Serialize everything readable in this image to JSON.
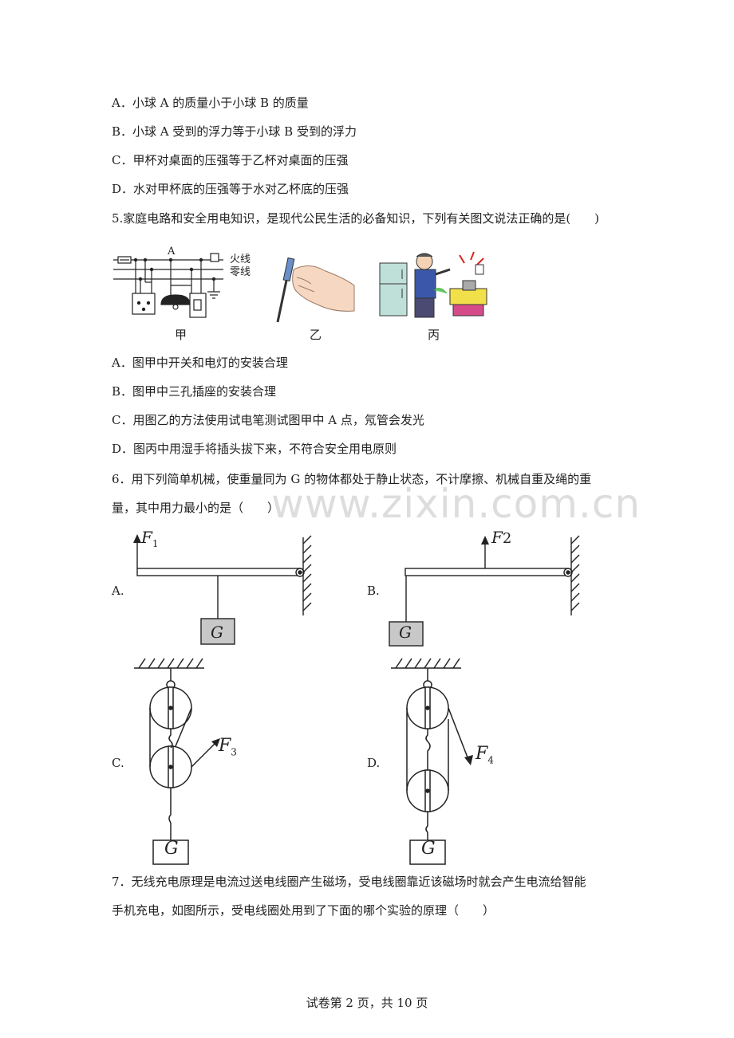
{
  "q4_options": [
    "A．小球 A 的质量小于小球 B 的质量",
    "B．小球 A 受到的浮力等于小球 B 受到的浮力",
    "C．甲杯对桌面的压强等于乙杯对桌面的压强",
    "D．水对甲杯底的压强等于水对乙杯底的压强"
  ],
  "q5": {
    "stem": "5.家庭电路和安全用电知识，是现代公民生活的必备知识，下列有关图文说法正确的是(　　)",
    "fig_labels": {
      "live": "火线",
      "neutral": "零线",
      "point": "A"
    },
    "captions": [
      "甲",
      "乙",
      "丙"
    ],
    "options": [
      "A．图甲中开关和电灯的安装合理",
      "B．图甲中三孔插座的安装合理",
      "C．用图乙的方法使用试电笔测试图甲中 A 点，氖管会发光",
      "D．图丙中用湿手将插头拔下来，不符合安全用电原则"
    ]
  },
  "q6": {
    "stem_line1": "6．用下列简单机械，使重量同为 G 的物体都处于静止状态，不计摩擦、机械自重及绳的重",
    "stem_line2": "量，其中用力最小的是（　　）",
    "option_labels": [
      "A.",
      "B.",
      "C.",
      "D."
    ],
    "weight": "G",
    "forces": [
      {
        "sym": "F",
        "sub": "1"
      },
      {
        "sym": "F",
        "sub": "2"
      },
      {
        "sym": "F",
        "sub": "3"
      },
      {
        "sym": "F",
        "sub": "4"
      }
    ]
  },
  "q7": {
    "line1": "7．无线充电原理是电流过送电线圈产生磁场，受电线圈靠近该磁场时就会产生电流给智能",
    "line2": "手机充电，如图所示，受电线圈处用到了下面的哪个实验的原理（　　）"
  },
  "watermark": "www.zixin.com.cn",
  "footer": "试卷第 2 页，共 10 页"
}
